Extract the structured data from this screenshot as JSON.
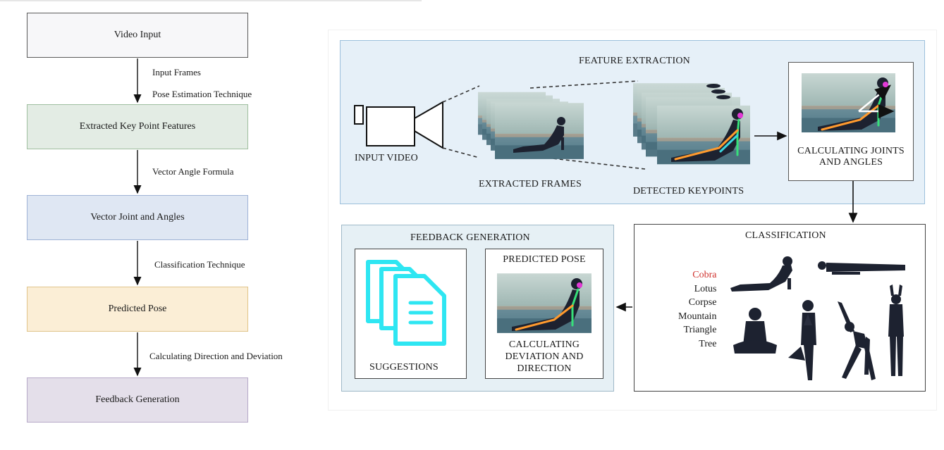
{
  "flowchart": {
    "boxes": [
      {
        "label": "Video Input"
      },
      {
        "label": "Extracted Key Point Features"
      },
      {
        "label": "Vector Joint and Angles"
      },
      {
        "label": "Predicted Pose"
      },
      {
        "label": "Feedback Generation"
      }
    ],
    "edge_labels": [
      "Input Frames",
      "Pose Estimation Technique",
      "Vector Angle Formula",
      "Classification Technique",
      "Calculating Direction and Deviation"
    ]
  },
  "pipeline": {
    "feature_extraction": {
      "title": "FEATURE EXTRACTION",
      "input_video": "INPUT VIDEO",
      "extracted_frames": "EXTRACTED FRAMES",
      "detected_keypoints": "DETECTED KEYPOINTS",
      "calc_line1": "CALCULATING JOINTS",
      "calc_line2": "AND ANGLES"
    },
    "classification": {
      "title": "CLASSIFICATION",
      "poses": [
        "Cobra",
        "Lotus",
        "Corpse",
        "Mountain",
        "Triangle",
        "Tree"
      ],
      "highlight_color": "#d0312d"
    },
    "feedback": {
      "title": "FEEDBACK GENERATION",
      "suggestions": "SUGGESTIONS",
      "predicted_pose": "PREDICTED POSE",
      "deviation_line1": "CALCULATING",
      "deviation_line2": "DEVIATION AND",
      "deviation_line3": "DIRECTION"
    }
  },
  "colors": {
    "document_icon": "#2ee6f2",
    "keypoint_green": "#37e07a",
    "keypoint_orange": "#ff9a2e",
    "keypoint_magenta": "#e23ad6"
  }
}
